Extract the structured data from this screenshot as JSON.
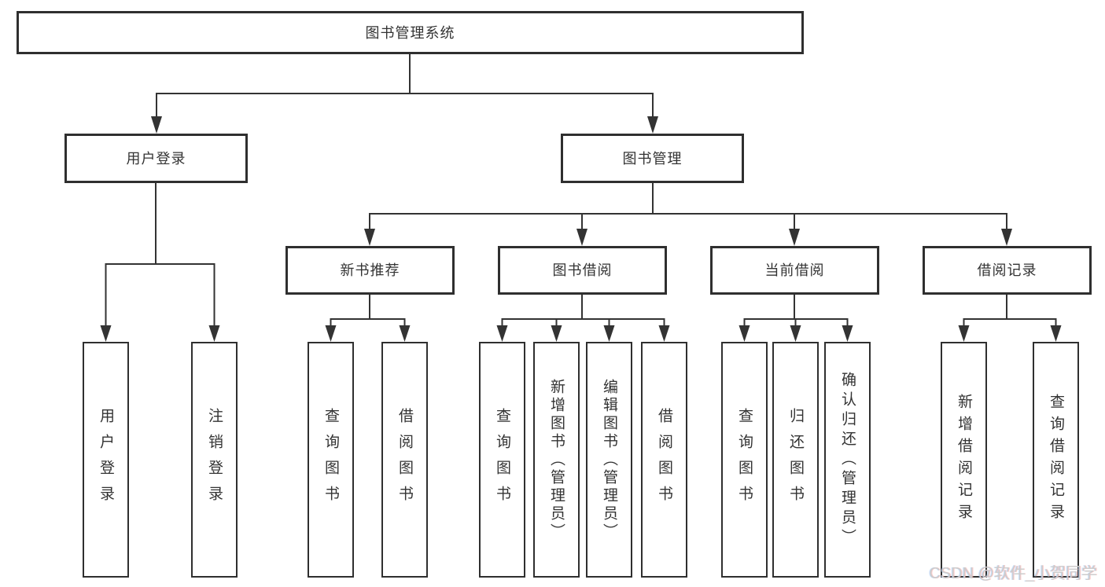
{
  "diagram_title": "图书管理系统",
  "colors": {
    "line": "#333333",
    "box_border": "#2f2f2f",
    "box_fill": "#ffffff",
    "text": "#333333",
    "watermark_text_color": "#cccccc"
  },
  "nodes": {
    "root": {
      "label": "图书管理系统"
    },
    "level2": [
      {
        "label": "用户登录"
      },
      {
        "label": "图书管理"
      }
    ],
    "level3": [
      {
        "label": "新书推荐"
      },
      {
        "label": "图书借阅"
      },
      {
        "label": "当前借阅"
      },
      {
        "label": "借阅记录"
      }
    ],
    "leaves": [
      {
        "label": "用户登录"
      },
      {
        "label": "注销登录"
      },
      {
        "label": "查询图书"
      },
      {
        "label": "借阅图书"
      },
      {
        "label": "查询图书"
      },
      {
        "label": "新增图书（管理员）"
      },
      {
        "label": "编辑图书（管理员）"
      },
      {
        "label": "借阅图书"
      },
      {
        "label": "查询图书"
      },
      {
        "label": "归还图书"
      },
      {
        "label": "确认归还（管理员）"
      },
      {
        "label": "新增借阅记录"
      },
      {
        "label": "查询借阅记录"
      }
    ]
  },
  "structure": {
    "图书管理系统": {
      "用户登录": [
        "用户登录",
        "注销登录"
      ],
      "图书管理": {
        "新书推荐": [
          "查询图书",
          "借阅图书"
        ],
        "图书借阅": [
          "查询图书",
          "新增图书（管理员）",
          "编辑图书（管理员）",
          "借阅图书"
        ],
        "当前借阅": [
          "查询图书",
          "归还图书",
          "确认归还（管理员）"
        ],
        "借阅记录": [
          "新增借阅记录",
          "查询借阅记录"
        ]
      }
    }
  },
  "watermark": "CSDN @软件_小贺同学"
}
